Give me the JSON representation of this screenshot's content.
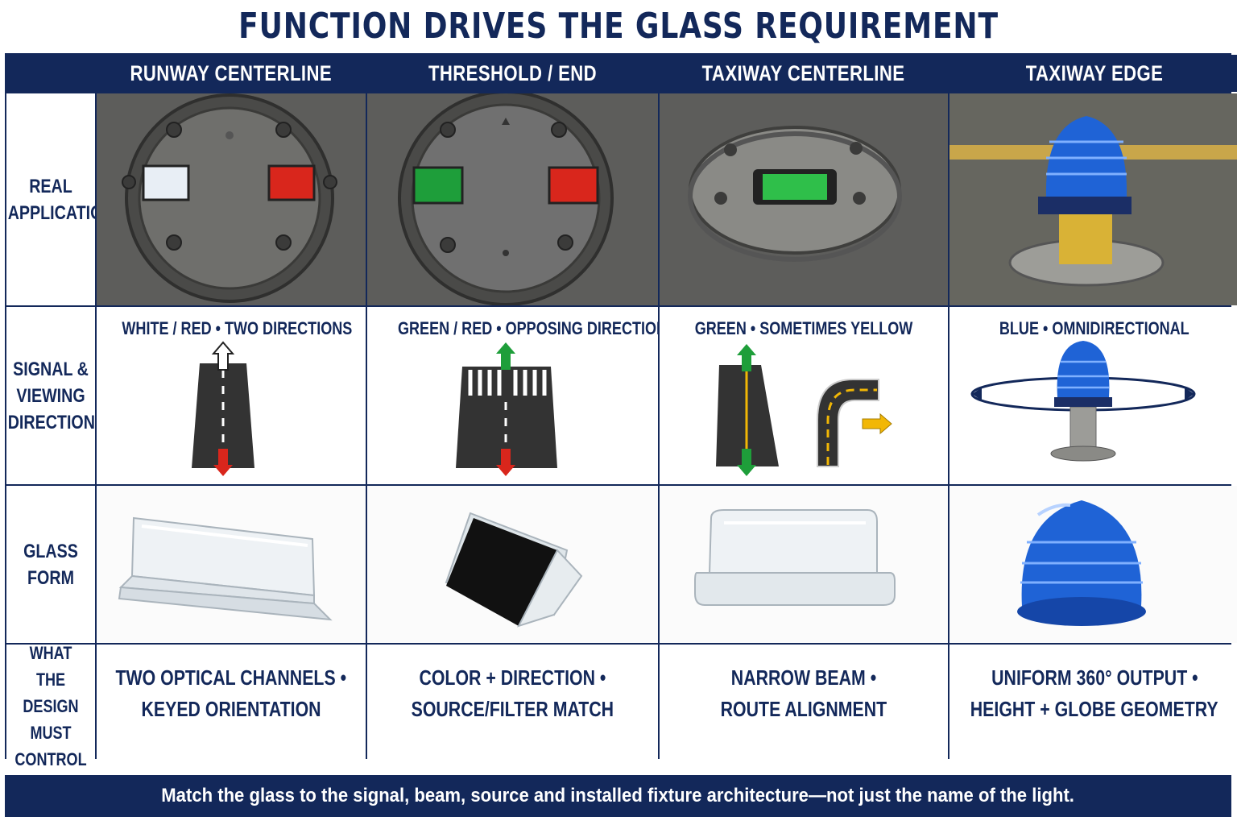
{
  "title": "FUNCTION DRIVES THE GLASS REQUIREMENT",
  "columns": [
    {
      "header": "RUNWAY CENTERLINE",
      "signal": "WHITE / RED • TWO DIRECTIONS",
      "control_line1": "TWO OPTICAL CHANNELS •",
      "control_line2": "KEYED ORIENTATION"
    },
    {
      "header": "THRESHOLD / END",
      "signal": "GREEN / RED • OPPOSING DIRECTIONS",
      "control_line1": "COLOR + DIRECTION •",
      "control_line2": "SOURCE/FILTER MATCH"
    },
    {
      "header": "TAXIWAY CENTERLINE",
      "signal": "GREEN • SOMETIMES YELLOW",
      "control_line1": "NARROW BEAM •",
      "control_line2": "ROUTE ALIGNMENT"
    },
    {
      "header": "TAXIWAY EDGE",
      "signal": "BLUE • OMNIDIRECTIONAL",
      "control_line1": "UNIFORM 360° OUTPUT •",
      "control_line2": "HEIGHT + GLOBE GEOMETRY"
    }
  ],
  "rows": {
    "real_application": "REAL APPLICATION",
    "signal_direction": "SIGNAL & VIEWING DIRECTION",
    "glass_form": "GLASS FORM",
    "design_control": "WHAT THE DESIGN MUST CONTROL"
  },
  "footer": "Match the glass to the signal, beam, source and installed fixture architecture—not just the name of the light.",
  "colors": {
    "navy": "#13285a",
    "white_light": "#e8eef5",
    "red_light": "#d9261c",
    "green_light": "#1e9e3a",
    "blue_light": "#1f63d6",
    "yellow_marking": "#f2b705"
  }
}
